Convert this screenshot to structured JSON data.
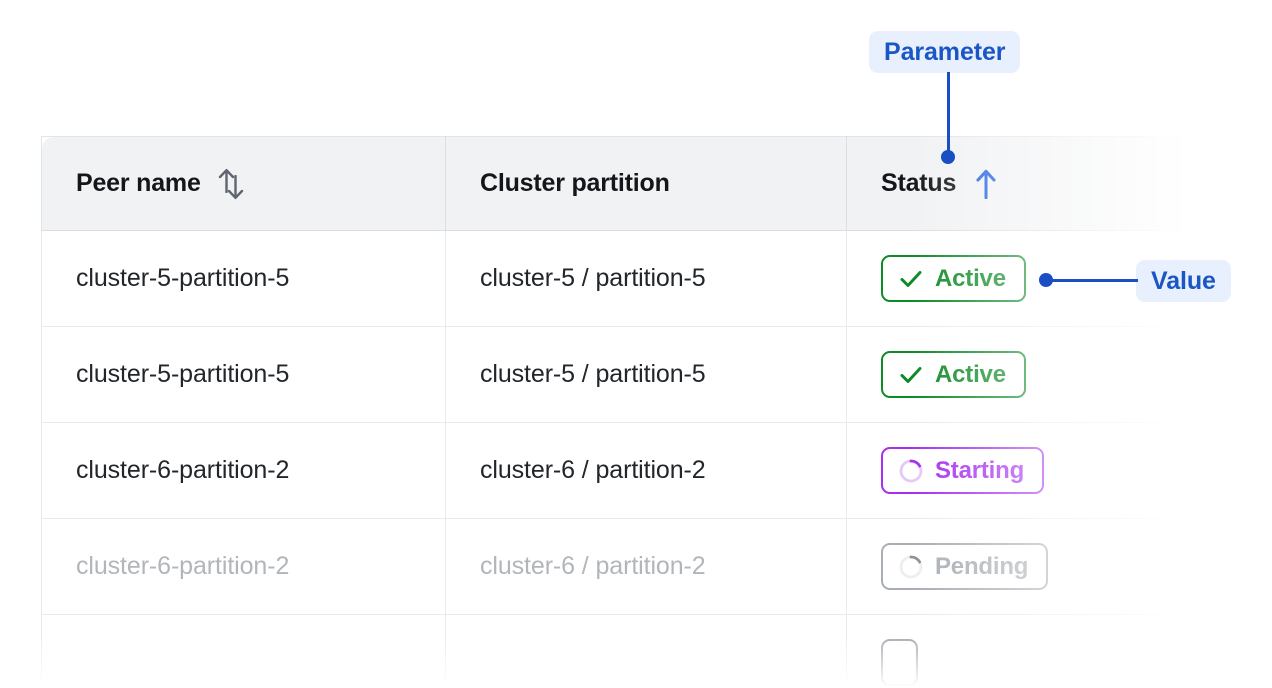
{
  "table": {
    "columns": [
      {
        "label": "Peer name",
        "sort_icon": "sort-both-arrows-icon",
        "sort_state": "unsorted"
      },
      {
        "label": "Cluster partition",
        "sort_icon": null,
        "sort_state": "none"
      },
      {
        "label": "Status",
        "sort_icon": "arrow-up-icon",
        "sort_state": "ascending"
      }
    ],
    "rows": [
      {
        "peer_name": "cluster-5-partition-5",
        "cluster_partition": "cluster-5 / partition-5",
        "status": {
          "label": "Active",
          "icon": "check-icon",
          "variant": "active"
        },
        "dimmed": false
      },
      {
        "peer_name": "cluster-5-partition-5",
        "cluster_partition": "cluster-5 / partition-5",
        "status": {
          "label": "Active",
          "icon": "check-icon",
          "variant": "active"
        },
        "dimmed": false
      },
      {
        "peer_name": "cluster-6-partition-2",
        "cluster_partition": "cluster-6 / partition-2",
        "status": {
          "label": "Starting",
          "icon": "spinner-icon",
          "variant": "starting"
        },
        "dimmed": false
      },
      {
        "peer_name": "cluster-6-partition-2",
        "cluster_partition": "cluster-6 / partition-2",
        "status": {
          "label": "Pending",
          "icon": "spinner-icon",
          "variant": "pending"
        },
        "dimmed": true
      }
    ]
  },
  "annotations": {
    "parameter": {
      "label": "Parameter",
      "target": "Status column header"
    },
    "value": {
      "label": "Value",
      "target": "Active status badge"
    }
  },
  "colors": {
    "accent_blue": "#1a56c4",
    "annotation_bg": "#e8f0fe",
    "status_active": "#0e8a28",
    "status_starting": "#a72ef0",
    "status_pending": "#a9aeb4",
    "header_bg": "#f1f2f4",
    "text_primary": "#22262b",
    "text_dimmed": "#b2b6bb",
    "border": "#e8eaec"
  }
}
